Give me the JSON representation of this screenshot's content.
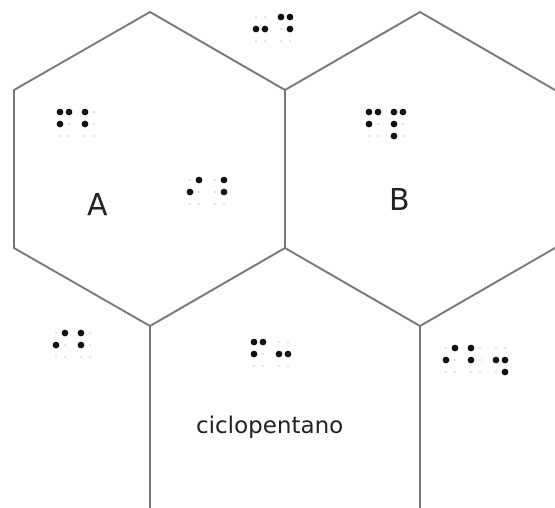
{
  "labels": {
    "a": "A",
    "b": "B",
    "c": "ciclopentano"
  },
  "colors": {
    "line": "#777777",
    "dot": "#111111",
    "ghost": "#d2d2d2",
    "text": "#222222"
  },
  "braille": [
    {
      "id": "top-center",
      "cells": [
        [
          0,
          1,
          0,
          0,
          1,
          0
        ],
        [
          1,
          0,
          0,
          1,
          1,
          0
        ]
      ]
    },
    {
      "id": "hex-a-top",
      "cells": [
        [
          1,
          1,
          0,
          1,
          0,
          0
        ],
        [
          1,
          1,
          0,
          0,
          0,
          0
        ]
      ]
    },
    {
      "id": "hex-a-mid",
      "cells": [
        [
          0,
          1,
          0,
          1,
          0,
          0
        ],
        [
          0,
          0,
          0,
          1,
          1,
          0
        ]
      ]
    },
    {
      "id": "hex-b-top",
      "cells": [
        [
          1,
          1,
          0,
          1,
          0,
          0
        ],
        [
          1,
          1,
          1,
          1,
          0,
          0
        ]
      ]
    },
    {
      "id": "bottom-left",
      "cells": [
        [
          0,
          1,
          0,
          1,
          0,
          0
        ],
        [
          1,
          1,
          0,
          0,
          0,
          0
        ]
      ]
    },
    {
      "id": "bottom-center",
      "cells": [
        [
          1,
          1,
          0,
          1,
          0,
          0
        ],
        [
          0,
          1,
          0,
          0,
          1,
          0
        ]
      ]
    },
    {
      "id": "bottom-right",
      "cells": [
        [
          0,
          1,
          0,
          1,
          0,
          0
        ],
        [
          1,
          1,
          0,
          0,
          0,
          0
        ],
        [
          0,
          1,
          0,
          0,
          1,
          1
        ]
      ]
    }
  ]
}
